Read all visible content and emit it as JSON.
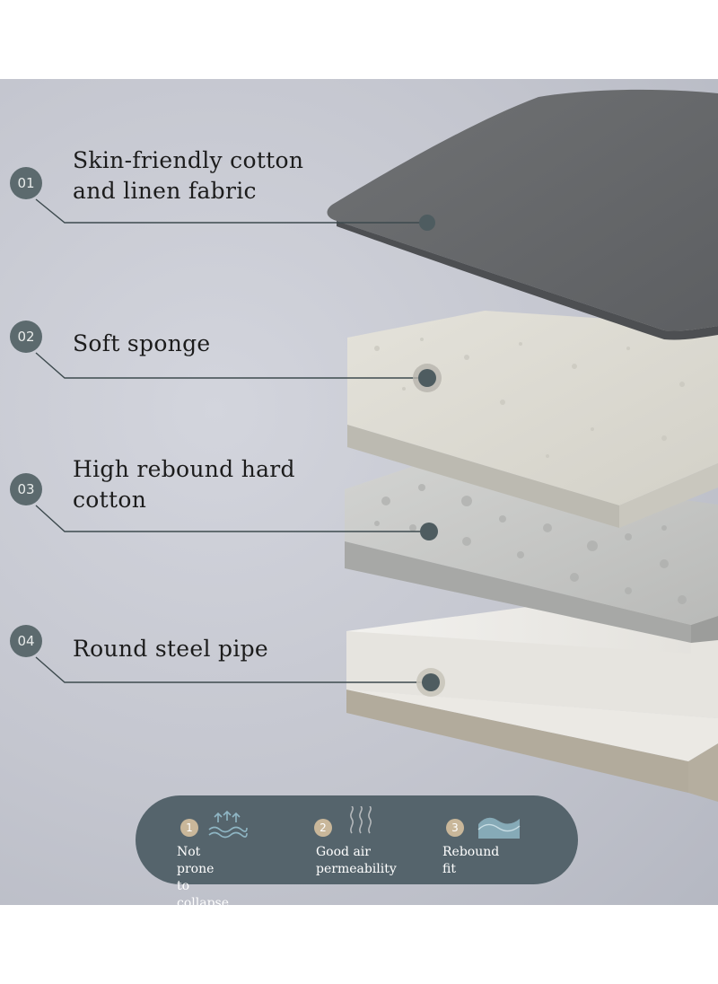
{
  "layers": [
    {
      "number": "01",
      "label": "Skin-friendly cotton\nand linen fabric"
    },
    {
      "number": "02",
      "label": "Soft sponge"
    },
    {
      "number": "03",
      "label": "High rebound hard\ncotton"
    },
    {
      "number": "04",
      "label": "Round steel pipe"
    }
  ],
  "features": [
    {
      "number": "1",
      "icon": "waves-up-arrows-icon",
      "label": "Not prone to\ncollapse"
    },
    {
      "number": "2",
      "icon": "steam-icon",
      "label": "Good air\npermeability"
    },
    {
      "number": "3",
      "icon": "rebound-wave-icon",
      "label": "Rebound fit"
    }
  ],
  "colors": {
    "background": "#c4c6cf",
    "badge": "#5c6a6e",
    "feature_bar": "#55646c",
    "feature_number": "#c9b79a",
    "fabric": "#6f7173",
    "sponge": "#dedcd4",
    "hard_cotton": "#c9cac8",
    "steel_plate": "#dcdad5"
  }
}
